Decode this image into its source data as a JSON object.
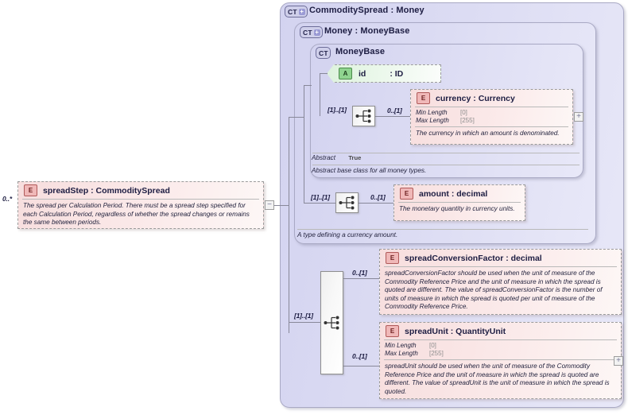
{
  "diagram": {
    "kind": "xsd-schema-diagram",
    "root_cardinality": "0..*",
    "colors": {
      "complex_type_fill": "#d9d9f2",
      "complex_type_border": "#a9a9c4",
      "element_fill": "#fbeaea",
      "element_border": "#9b9b9b",
      "element_icon": "#f0b8b8",
      "attribute_icon": "#8fd48f",
      "connector": "#888899"
    }
  },
  "spread_step": {
    "icon": "element-icon",
    "icon_label": "E",
    "name": "spreadStep",
    "separator": ":",
    "type": "CommoditySpread",
    "title": "spreadStep : CommoditySpread",
    "cardinality": "0..*",
    "documentation": "The spread per Calculation Period. There must be a spread step specified for each Calculation Period, regardless of whether the spread changes or remains the same between periods.",
    "toggle": "−"
  },
  "commodity_spread": {
    "badge": "CT",
    "badge_plus": "+",
    "title": "CommoditySpread : Money"
  },
  "money": {
    "badge": "CT",
    "badge_plus": "+",
    "title": "Money   : MoneyBase"
  },
  "money_base": {
    "badge": "CT",
    "title": "MoneyBase",
    "abstract_label": "Abstract",
    "abstract_value": "True",
    "documentation": "Abstract base class for all money types."
  },
  "money_type_doc": "A type defining a currency amount.",
  "id_attribute": {
    "icon_label": "A",
    "name": "id",
    "type": ": ID"
  },
  "currency": {
    "icon_label": "E",
    "title": "currency : Currency",
    "cardinality": "0..[1]",
    "facets": [
      {
        "label": "Min Length",
        "value": "[0]"
      },
      {
        "label": "Max Length",
        "value": "[255]"
      }
    ],
    "documentation": "The currency in which an amount is denominated.",
    "toggle": "+"
  },
  "amount": {
    "icon_label": "E",
    "title": "amount  : decimal",
    "cardinality": "0..[1]",
    "documentation": "The monetary quantity in currency units."
  },
  "spread_conversion_factor": {
    "icon_label": "E",
    "title": "spreadConversionFactor : decimal",
    "cardinality": "0..[1]",
    "documentation": "spreadConversionFactor should be used when the unit of measure of the Commodity Reference Price and the unit of measure in which the spread is quoted are different. The value of spreadConversionFactor is the number of units of measure in which the spread is quoted per unit of measure of the Commodity Reference Price."
  },
  "spread_unit": {
    "icon_label": "E",
    "title": "spreadUnit : QuantityUnit",
    "cardinality": "0..[1]",
    "facets": [
      {
        "label": "Min Length",
        "value": "[0]"
      },
      {
        "label": "Max Length",
        "value": "[255]"
      }
    ],
    "documentation": "spreadUnit should be used when the unit of measure of the Commodity Reference Price and the unit of measure in which the spread is quoted are different. The value of spreadUnit is the unit of measure in which the spread is quoted.",
    "toggle": "+"
  },
  "sequences": {
    "money_base_seq_cardinality": "[1]..[1]",
    "money_seq_cardinality": "[1]..[1]",
    "commodity_seq_cardinality": "[1]..[1]"
  }
}
